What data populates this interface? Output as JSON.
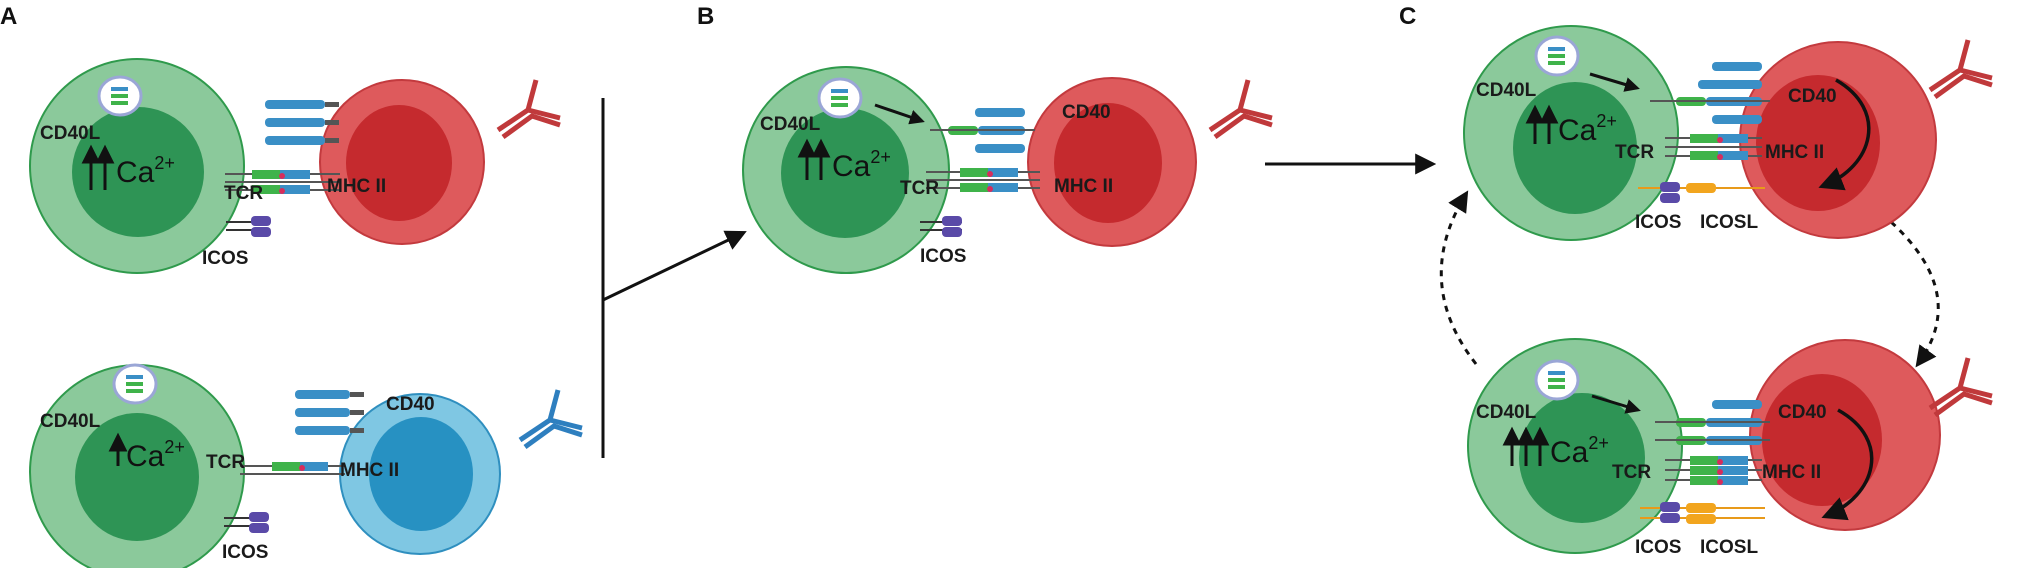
{
  "panels": {
    "a": "A",
    "b": "B",
    "c": "C"
  },
  "labels": {
    "cd40l": "CD40L",
    "ca": "Ca",
    "ca_charge": "2+",
    "tcr": "TCR",
    "icos": "ICOS",
    "icosl": "ICOSL",
    "mhc": "MHC II",
    "cd40": "CD40"
  },
  "colors": {
    "tcell_fill": "#8bc99b",
    "tcell_stroke": "#2f9a4c",
    "tcell_nucleus": "#2e9455",
    "bcell_red": "#de5a5c",
    "bcell_red_nucleus": "#c52a2e",
    "bcell_blue": "#7fc7e3",
    "bcell_blue_nucleus": "#2791c2",
    "receptor_blue": "#3a8fc6",
    "receptor_green": "#3fb34a",
    "icos_purple": "#5a4aa8",
    "icosl_orange": "#f2a51e",
    "antibody_red": "#c0393b",
    "antibody_blue": "#2e7fbf"
  }
}
